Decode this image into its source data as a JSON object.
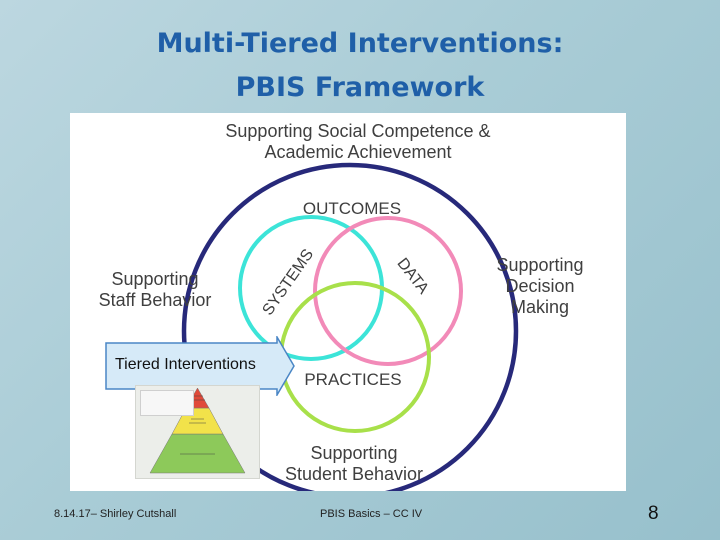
{
  "slide": {
    "title_line1": "Multi-Tiered Interventions:",
    "title_line2": "PBIS Framework",
    "page_number": "8"
  },
  "diagram": {
    "top_label_line1": "Supporting Social Competence &",
    "top_label_line2": "Academic Achievement",
    "left_label_line1": "Supporting",
    "left_label_line2": "Staff Behavior",
    "right_label_line1": "Supporting",
    "right_label_line2": "Decision",
    "right_label_line3": "Making",
    "bottom_label_line1": "Supporting",
    "bottom_label_line2": "Student Behavior",
    "outcomes": "OUTCOMES",
    "systems": "SYSTEMS",
    "data": "DATA",
    "practices": "PRACTICES",
    "colors": {
      "outer_circle": "#27297a",
      "systems": "#3ce4d8",
      "data": "#f28ab8",
      "practices": "#a8e04a",
      "text": "#3f3f3f"
    }
  },
  "callout": {
    "label": "Tiered Interventions",
    "colors": {
      "fill": "#d6eaf8",
      "stroke": "#4a86c5"
    }
  },
  "thumbnail": {
    "tier_colors": {
      "top": "#e04a3a",
      "middle": "#f2e24a",
      "bottom": "#8dc95a"
    }
  },
  "footer": {
    "left": "8.14.17– Shirley Cutshall",
    "center": "PBIS Basics – CC IV"
  }
}
